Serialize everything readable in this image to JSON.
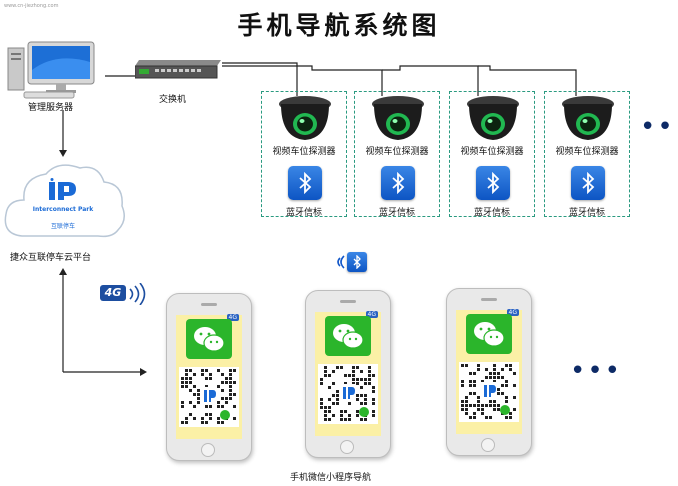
{
  "title": "手机导航系统图",
  "watermark": "www.cn-jiezhong.com",
  "server": {
    "label": "管理服务器"
  },
  "switch": {
    "label": "交换机"
  },
  "cloud": {
    "brand": "Interconnect Park",
    "name": "互联停车",
    "label": "捷众互联停车云平台"
  },
  "detectors": [
    {
      "camera_label": "视频车位探测器",
      "beacon_label": "蓝牙信标"
    },
    {
      "camera_label": "视频车位探测器",
      "beacon_label": "蓝牙信标"
    },
    {
      "camera_label": "视频车位探测器",
      "beacon_label": "蓝牙信标"
    },
    {
      "camera_label": "视频车位探测器",
      "beacon_label": "蓝牙信标"
    }
  ],
  "network": {
    "badge": "4G"
  },
  "phones": [
    {
      "status": "4G"
    },
    {
      "status": "4G"
    },
    {
      "status": "4G"
    }
  ],
  "phones_label": "手机微信小程序导航",
  "colors": {
    "dash_box": "#2a9a80",
    "bluetooth": "#0d55c4",
    "wechat": "#2bb52b",
    "screen": "#fbf0a6",
    "camera_led": "#22d35a"
  },
  "icons": [
    "computer-monitor-icon",
    "network-switch-icon",
    "cloud-icon",
    "dome-camera-icon",
    "bluetooth-icon",
    "wireless-signal-icon",
    "wechat-icon",
    "qr-code-icon",
    "phone-icon"
  ]
}
